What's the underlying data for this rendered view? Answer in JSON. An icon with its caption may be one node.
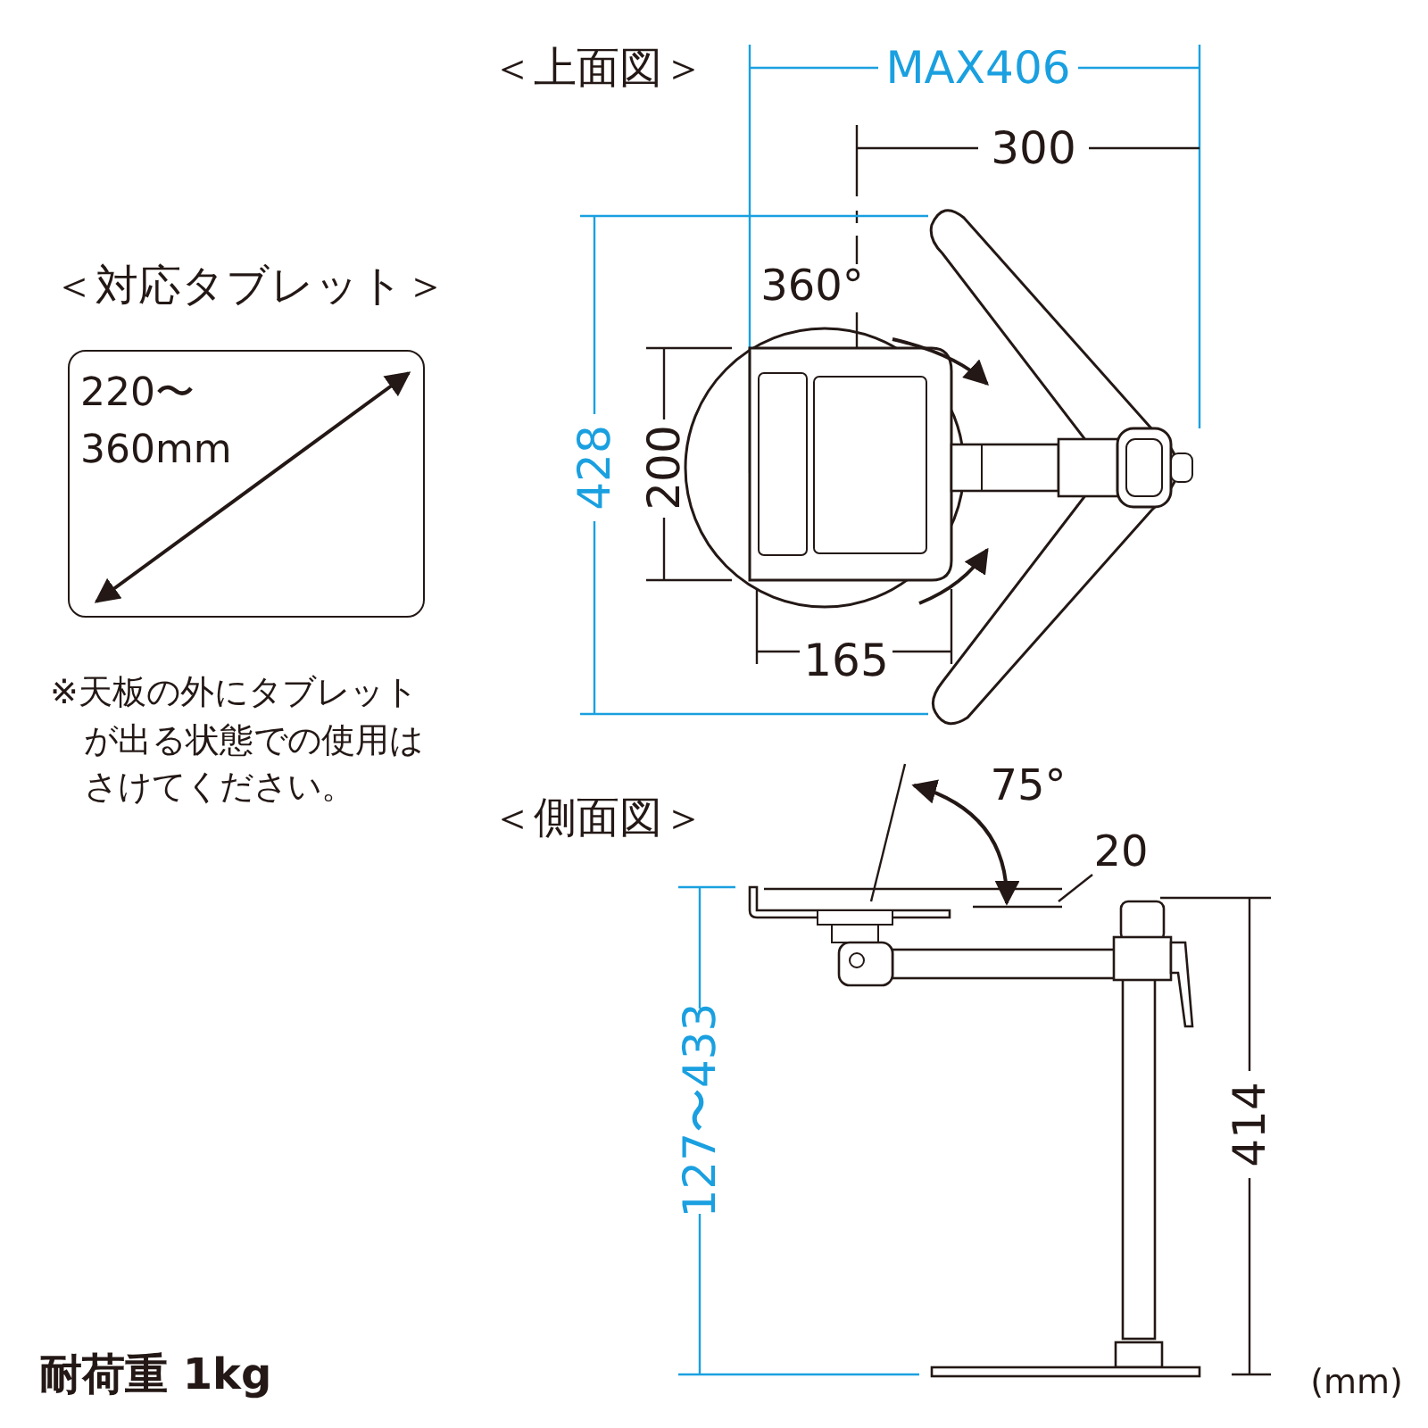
{
  "diagram": {
    "nodes": [
      {
        "text": [
          "220〜 360mm"
        ]
      }
    ],
    "labels": [
      "＜上面図＞",
      "MAX406",
      "300",
      "＜対応タブレット＞",
      "360°",
      "428",
      "200",
      "165",
      "※天板の外にタブレットが出る状態での使用はさけてください。",
      "＜側面図＞",
      "75°",
      "20",
      "127〜433",
      "414",
      "耐荷重 1kg",
      "(mm)"
    ]
  }
}
